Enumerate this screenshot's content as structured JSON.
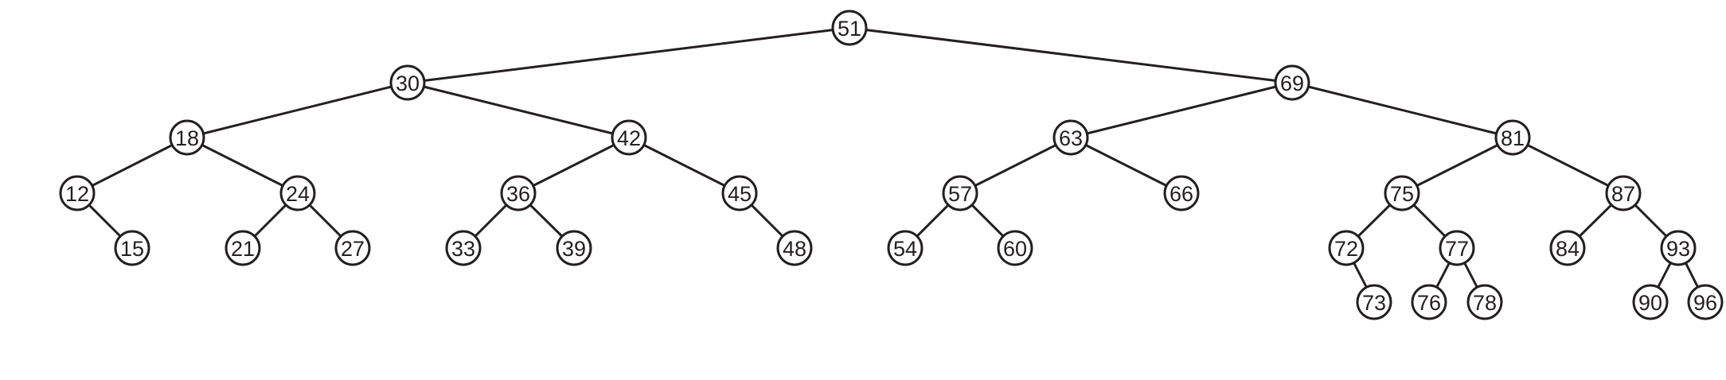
{
  "tree": {
    "root": "51",
    "nodes": [
      {
        "key": "51",
        "children": [
          "30",
          "69"
        ]
      },
      {
        "key": "30",
        "children": [
          "18",
          "42"
        ]
      },
      {
        "key": "69",
        "children": [
          "63",
          "81"
        ]
      },
      {
        "key": "18",
        "children": [
          "12",
          "24"
        ]
      },
      {
        "key": "42",
        "children": [
          "36",
          "45"
        ]
      },
      {
        "key": "63",
        "children": [
          "57",
          "66"
        ]
      },
      {
        "key": "81",
        "children": [
          "75",
          "87"
        ]
      },
      {
        "key": "12",
        "children": [
          "15"
        ]
      },
      {
        "key": "24",
        "children": [
          "21",
          "27"
        ]
      },
      {
        "key": "36",
        "children": [
          "33",
          "39"
        ]
      },
      {
        "key": "45",
        "children": [
          "48"
        ]
      },
      {
        "key": "57",
        "children": [
          "54",
          "60"
        ]
      },
      {
        "key": "66",
        "children": []
      },
      {
        "key": "75",
        "children": [
          "72",
          "77"
        ]
      },
      {
        "key": "87",
        "children": [
          "84",
          "93"
        ]
      },
      {
        "key": "15",
        "children": []
      },
      {
        "key": "21",
        "children": []
      },
      {
        "key": "27",
        "children": []
      },
      {
        "key": "33",
        "children": []
      },
      {
        "key": "39",
        "children": []
      },
      {
        "key": "48",
        "children": []
      },
      {
        "key": "54",
        "children": []
      },
      {
        "key": "60",
        "children": []
      },
      {
        "key": "72",
        "children": [
          "73"
        ]
      },
      {
        "key": "77",
        "children": [
          "76",
          "78"
        ]
      },
      {
        "key": "84",
        "children": []
      },
      {
        "key": "93",
        "children": [
          "90",
          "96"
        ]
      },
      {
        "key": "73",
        "children": []
      },
      {
        "key": "76",
        "children": []
      },
      {
        "key": "78",
        "children": []
      },
      {
        "key": "90",
        "children": []
      },
      {
        "key": "96",
        "children": []
      }
    ]
  }
}
